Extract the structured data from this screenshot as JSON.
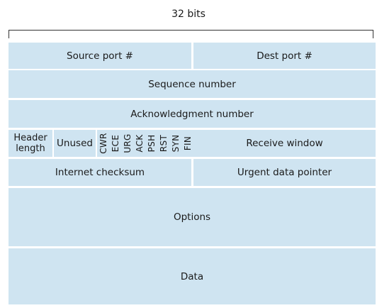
{
  "header": {
    "width_label": "32 bits"
  },
  "rows": {
    "source_port": "Source port #",
    "dest_port": "Dest port #",
    "sequence": "Sequence number",
    "acknowledgment": "Acknowledgment number",
    "header_length": "Header length",
    "unused": "Unused",
    "flags": [
      "CWR",
      "ECE",
      "URG",
      "ACK",
      "PSH",
      "RST",
      "SYN",
      "FIN"
    ],
    "receive_window": "Receive window",
    "checksum": "Internet checksum",
    "urgent_pointer": "Urgent data pointer",
    "options": "Options",
    "data": "Data"
  },
  "colors": {
    "field_fill": "#cfe4f1",
    "divider": "#ffffff"
  }
}
